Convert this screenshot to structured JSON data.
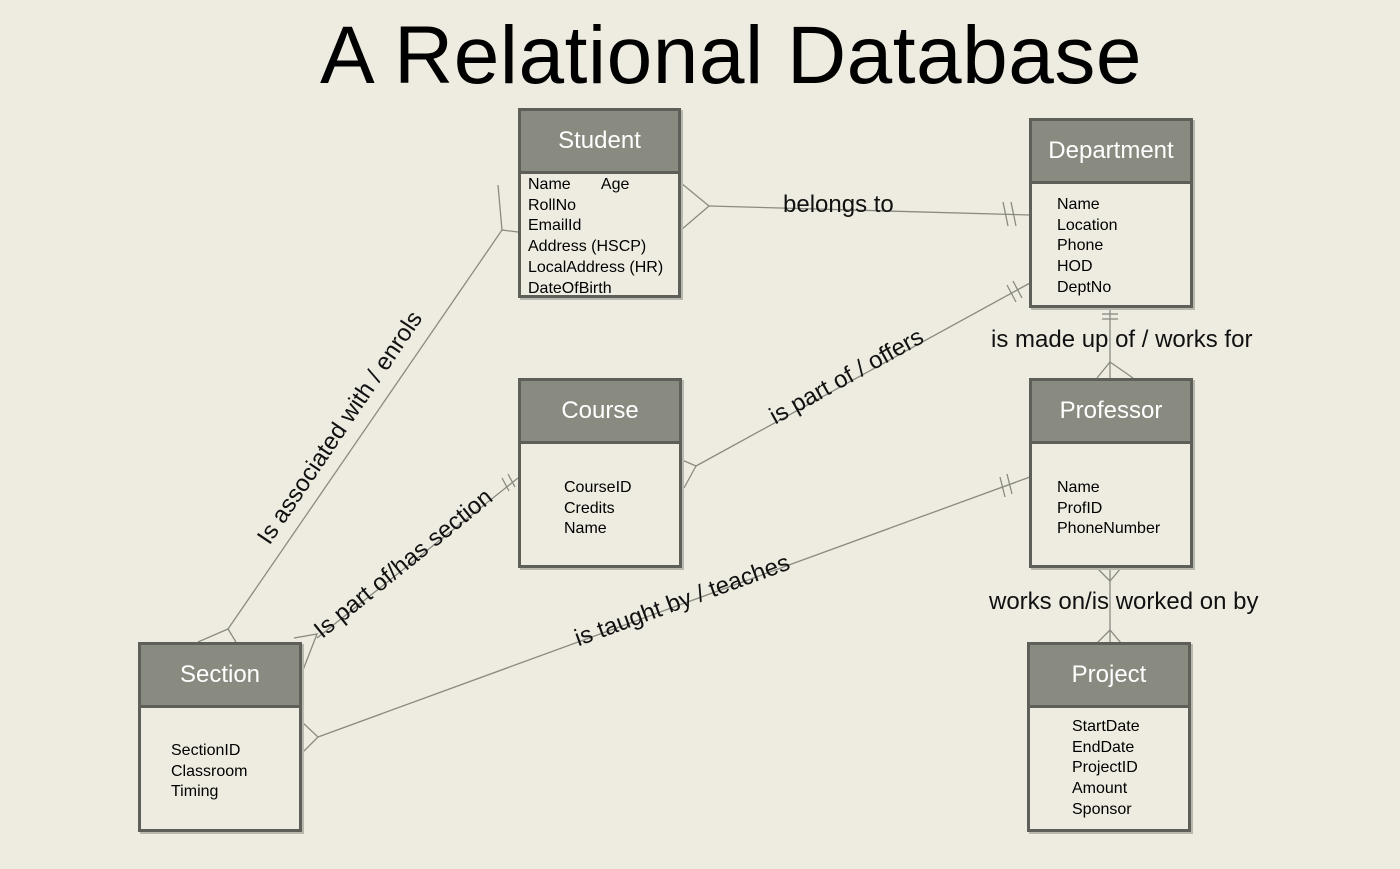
{
  "title": "A Relational Database",
  "entities": {
    "student": {
      "name": "Student",
      "attributes": [
        "Name       Age",
        "RollNo",
        "EmailId",
        "Address (HSCP)",
        "LocalAddress (HR)",
        "DateOfBirth"
      ]
    },
    "department": {
      "name": "Department",
      "attributes": [
        "Name",
        "Location",
        "Phone",
        "HOD",
        "DeptNo"
      ]
    },
    "course": {
      "name": "Course",
      "attributes": [
        "CourseID",
        "Credits",
        "Name"
      ]
    },
    "professor": {
      "name": "Professor",
      "attributes": [
        "Name",
        "ProfID",
        "PhoneNumber"
      ]
    },
    "section": {
      "name": "Section",
      "attributes": [
        "SectionID",
        "Classroom",
        "Timing"
      ]
    },
    "project": {
      "name": "Project",
      "attributes": [
        "StartDate",
        "EndDate",
        "ProjectID",
        "Amount",
        "Sponsor"
      ]
    }
  },
  "relationships": {
    "belongs_to": "belongs to",
    "made_up_of": "is made up of / works for",
    "part_of_offers": "is part of / offers",
    "associated_enrols": "Is associated with / enrols",
    "part_of_section": "Is part of/has section",
    "taught_by": "is taught by / teaches",
    "works_on": "works on/is worked on by"
  },
  "colors": {
    "background": "#eeece1",
    "entity_header": "#8a8b80",
    "border": "#5d5f58",
    "line": "#8a8a82"
  }
}
